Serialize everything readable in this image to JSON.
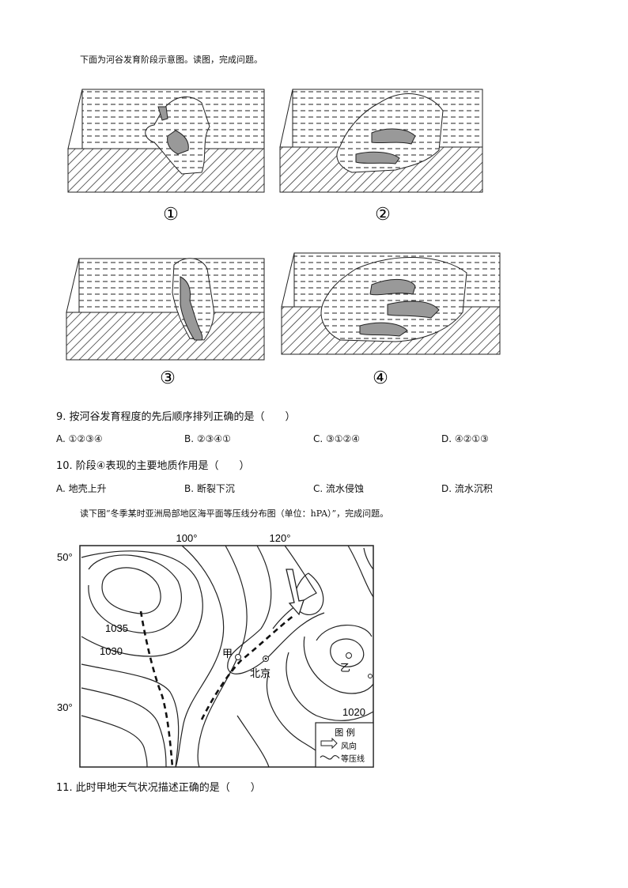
{
  "intro1": "下面为河谷发育阶段示意图。读图，完成问题。",
  "stages": [
    "①",
    "②",
    "③",
    "④"
  ],
  "q9": {
    "stem": "9. 按河谷发育程度的先后顺序排列正确的是（　　）",
    "options": [
      "A. ①②③④",
      "B. ②③④①",
      "C. ③①②④",
      "D. ④②①③"
    ]
  },
  "q10": {
    "stem": "10. 阶段④表现的主要地质作用是（　　）",
    "options": [
      "A. 地壳上升",
      "B. 断裂下沉",
      "C. 流水侵蚀",
      "D. 流水沉积"
    ]
  },
  "intro2": "读下图“冬季某时亚洲局部地区海平面等压线分布图（单位：hPA）”，完成问题。",
  "map": {
    "lon_labels": [
      "100°",
      "120°"
    ],
    "lat_labels": [
      "50°",
      "30°"
    ],
    "isobars": [
      "1035",
      "1030",
      "1020"
    ],
    "places": {
      "jia": "甲",
      "beijing": "北京",
      "yi": "乙"
    },
    "legend": {
      "title": "图  例",
      "wind": "风向",
      "isobar": "等压线"
    }
  },
  "q11": {
    "stem": "11. 此时甲地天气状况描述正确的是（　　）"
  }
}
